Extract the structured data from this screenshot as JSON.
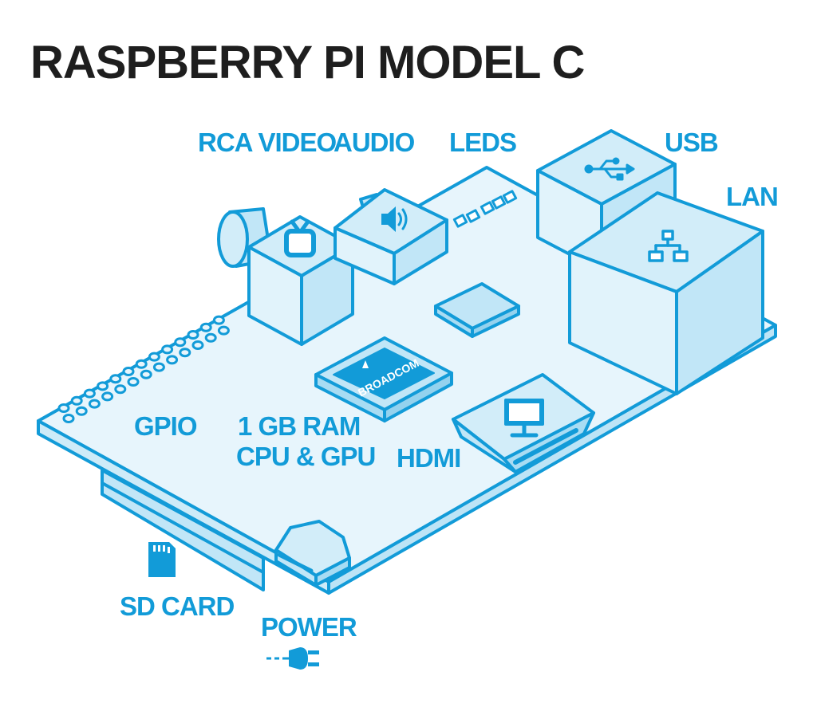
{
  "title": "RASPBERRY PI MODEL C",
  "colors": {
    "stroke": "#129bd8",
    "board_fill": "#e7f5fc",
    "face_light": "#e1f3fb",
    "face_top": "#d2edf9",
    "face_mid": "#c1e6f7",
    "face_dark": "#a8dcf3",
    "title_text": "#1e1e1e",
    "label_text": "#129bd8"
  },
  "labels": {
    "rca_video": "RCA VIDEO",
    "audio": "AUDIO",
    "leds": "LEDS",
    "usb": "USB",
    "lan": "LAN",
    "gpio": "GPIO",
    "ram_line1": "1  GB RAM",
    "ram_line2": "CPU & GPU",
    "hdmi": "HDMI",
    "sd_card": "SD CARD",
    "power": "POWER"
  },
  "chip_brand": "BROADCOM",
  "icons": [
    "tv-icon",
    "speaker-icon",
    "usb-icon",
    "network-icon",
    "monitor-icon",
    "sd-card-icon",
    "power-plug-icon"
  ]
}
